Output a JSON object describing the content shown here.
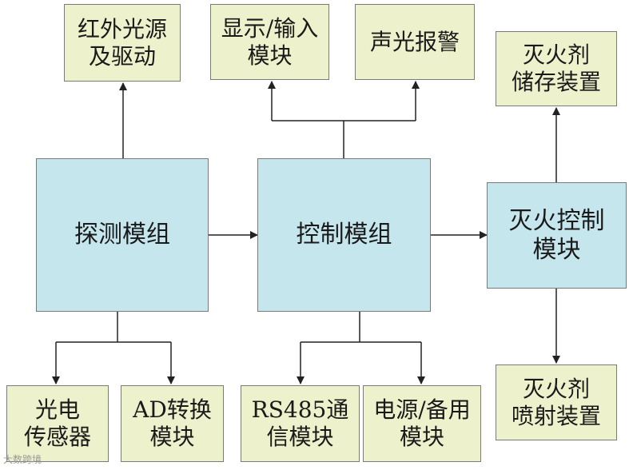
{
  "boxes": {
    "ir_source": "红外光源\n及驱动",
    "display_input": "显示/输入\n模块",
    "alarm": "声光报警",
    "agent_storage": "灭火剂\n储存装置",
    "detect": "探测模组",
    "control": "控制模组",
    "extinguish_control": "灭火控制\n模块",
    "photo_sensor": "光电\n传感器",
    "ad_convert": "AD转换\n模块",
    "rs485": "RS485通\n信模块",
    "power": "电源/备用\n模块",
    "agent_spray": "灭火剂\n喷射装置"
  },
  "colors": {
    "peripheral_fill": "#eef2cc",
    "module_fill": "#c6e6ee",
    "border": "#7a7a7a",
    "line": "#222222"
  },
  "watermark": "大数跨境"
}
